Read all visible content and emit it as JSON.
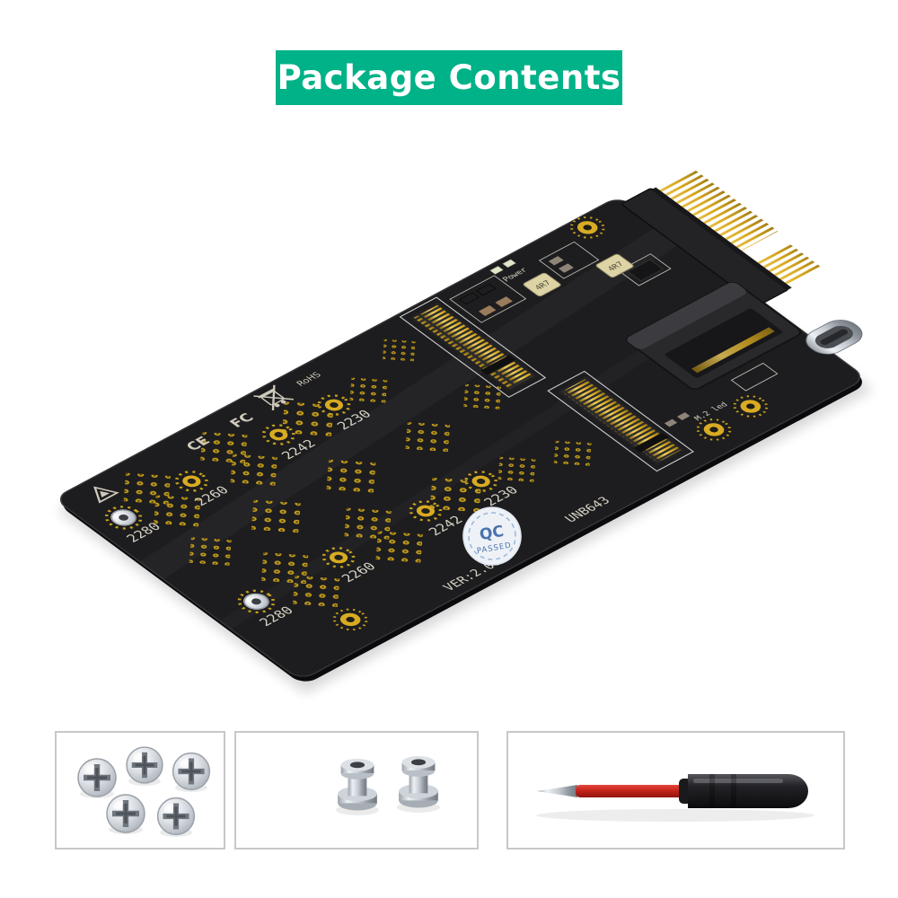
{
  "banner": {
    "label": "Package Contents",
    "bg_color": "#00b287",
    "text_color": "#ffffff"
  },
  "board": {
    "model": "UNB643",
    "version": "VER:2.00",
    "slot1": {
      "labels": [
        "2280",
        "2260",
        "2242",
        "2230"
      ]
    },
    "slot2": {
      "labels": [
        "2280",
        "2260",
        "2242",
        "2230"
      ]
    },
    "silk": {
      "power": "Power",
      "m2_led": "M.2 led",
      "rohs": "RoHS",
      "fc": "FC",
      "ce": "CE"
    },
    "inductor_label": "4R7",
    "qc_sticker": {
      "top": "QC",
      "bottom": "PASSED"
    },
    "colors": {
      "pcb": "#1d1d1f",
      "gold": "#d8ab22",
      "silkscreen": "#d6d2c4"
    }
  },
  "package_items": [
    {
      "id": "screws",
      "count": 5
    },
    {
      "id": "standoff-nuts",
      "count": 2
    },
    {
      "id": "screwdriver",
      "count": 1
    }
  ]
}
